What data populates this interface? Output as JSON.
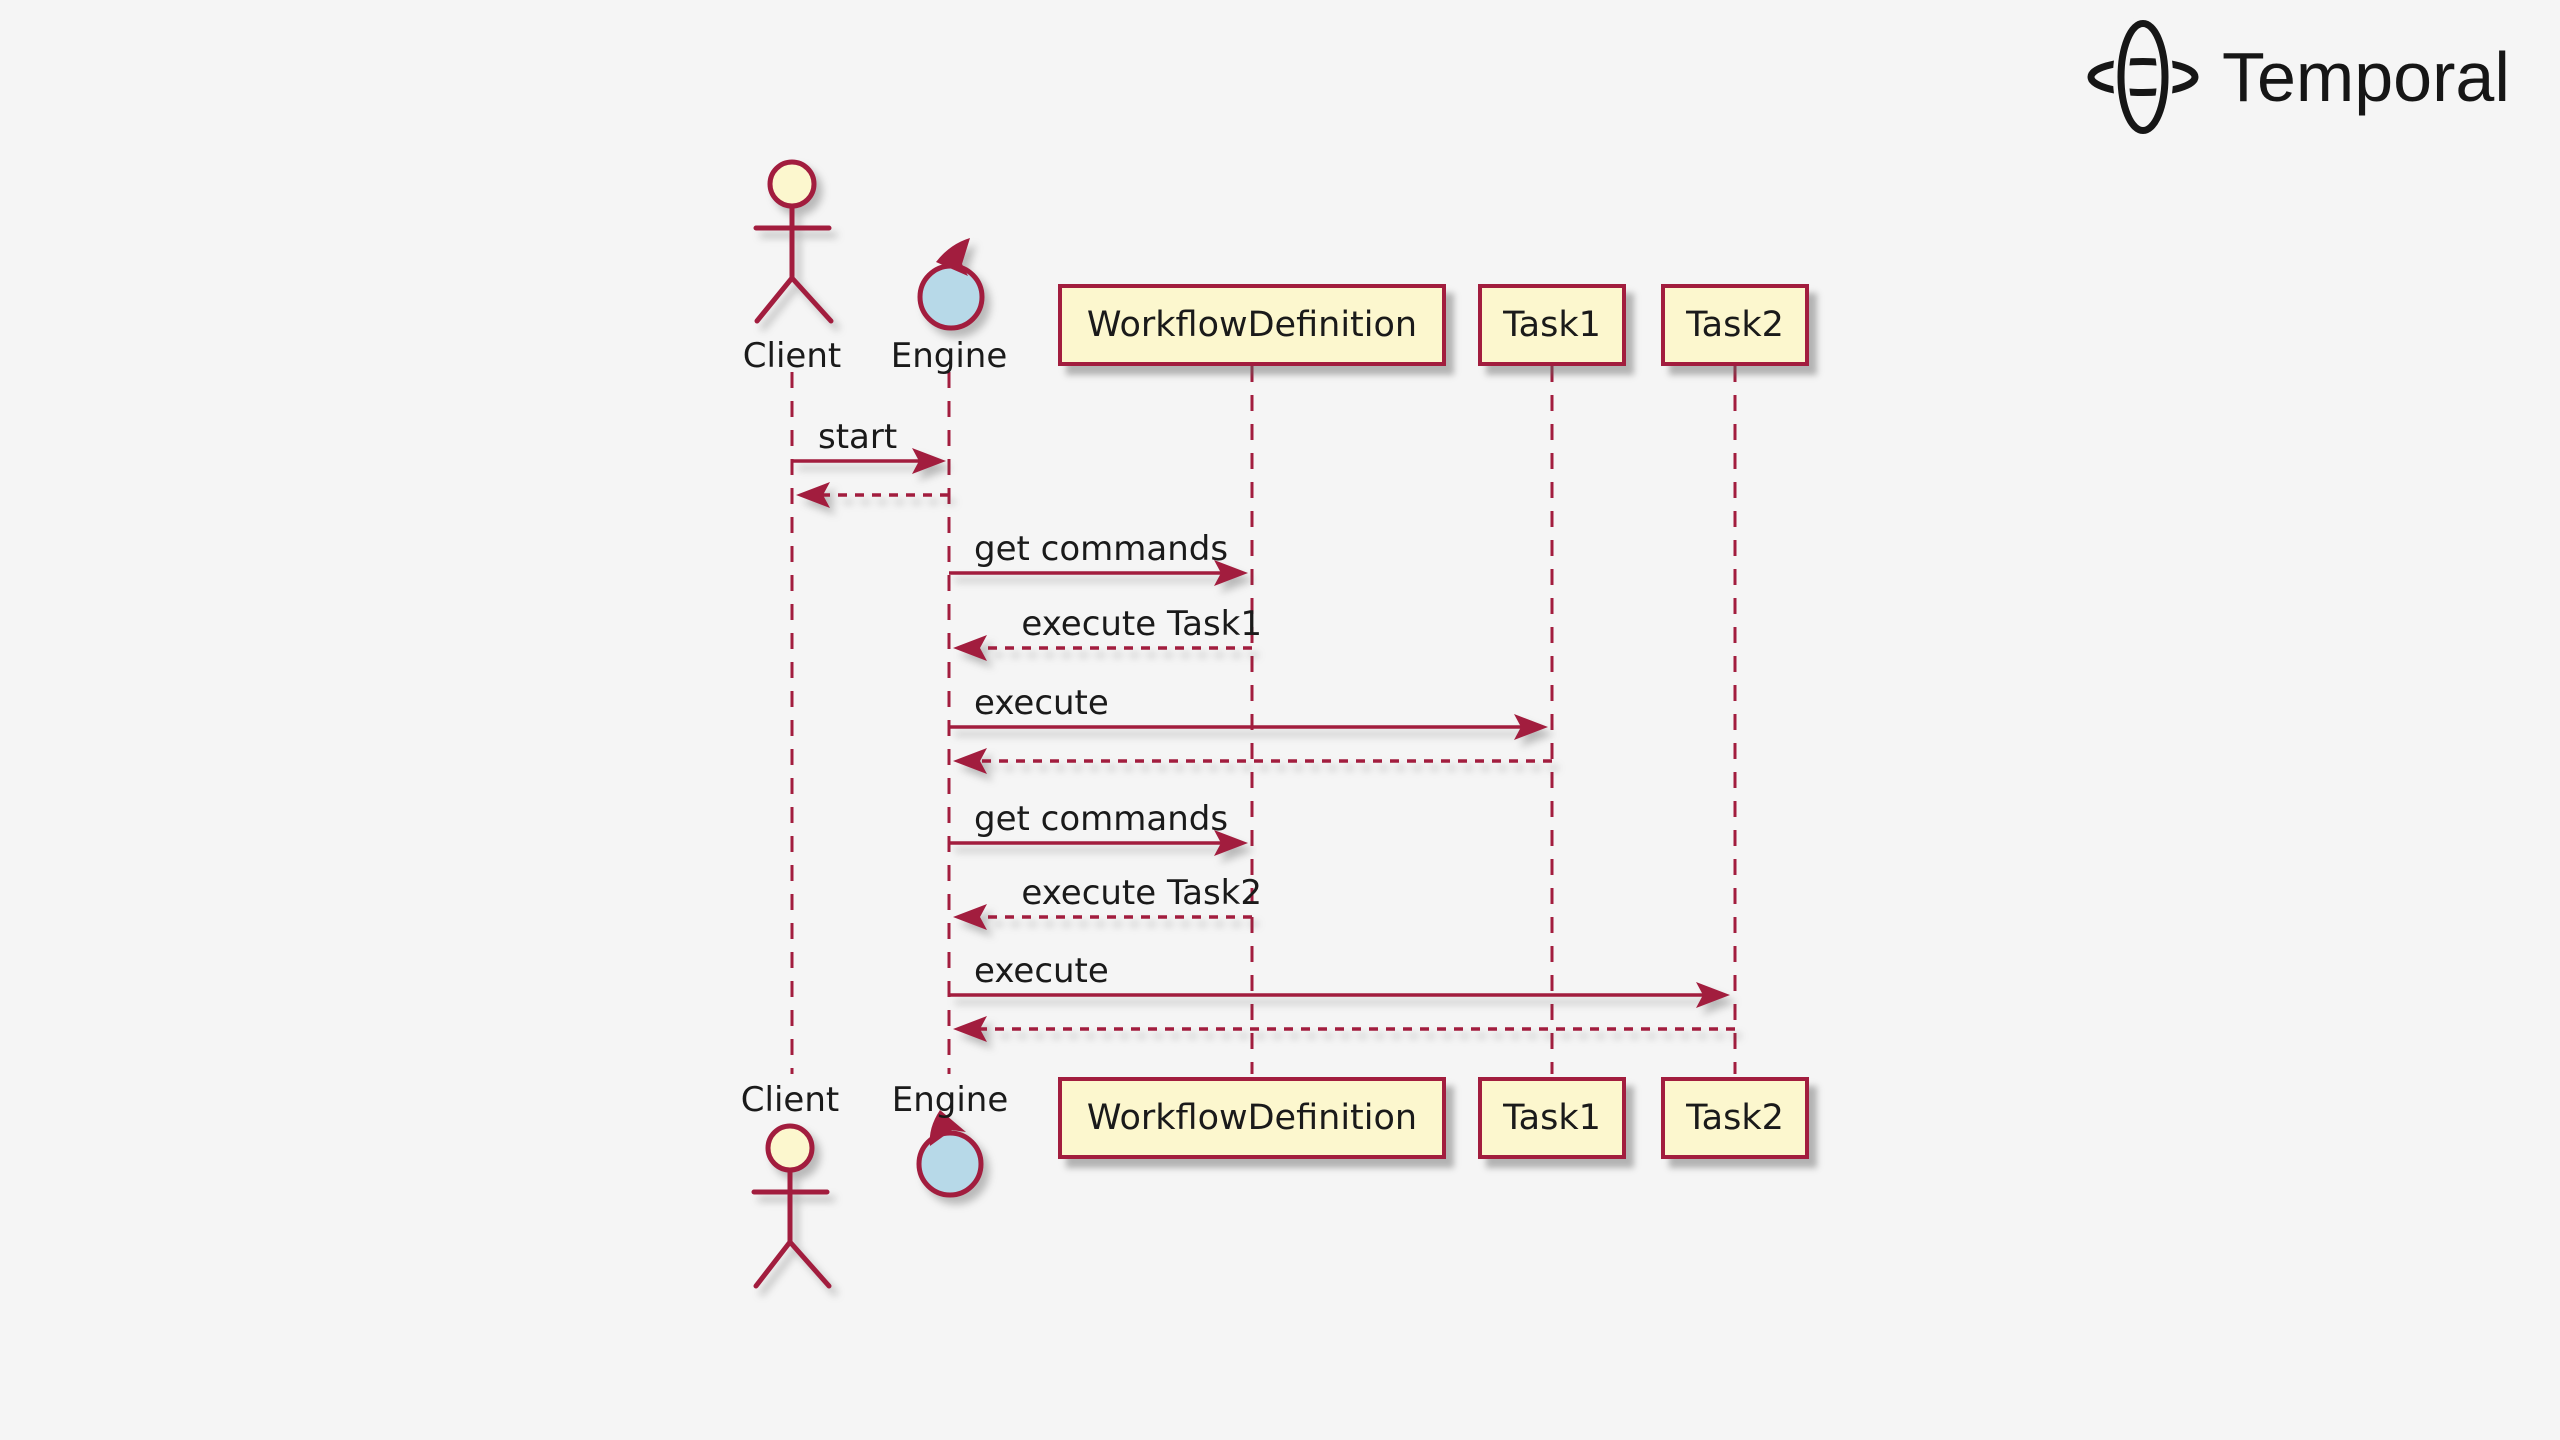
{
  "colors": {
    "background": "#F5F5F5",
    "crimson": "#A21D3E",
    "box_fill": "#FCF7CE",
    "control_fill": "#B7D9E8",
    "ink": "#1A1A1A",
    "logo_ink": "#161616"
  },
  "logo": {
    "text": "Temporal",
    "icon": "temporal-mark-icon"
  },
  "diagram": {
    "type": "uml-sequence"
  },
  "participants": [
    {
      "name": "Client",
      "type": "actor",
      "icon": "stick-figure-actor-icon"
    },
    {
      "name": "Engine",
      "type": "control",
      "icon": "control-loop-arrow-icon"
    },
    {
      "name": "WorkflowDefinition",
      "type": "participant"
    },
    {
      "name": "Task1",
      "type": "participant"
    },
    {
      "name": "Task2",
      "type": "participant"
    }
  ],
  "messages": [
    {
      "label": "start",
      "from": "Client",
      "to": "Engine",
      "line": "solid"
    },
    {
      "label": "",
      "from": "Engine",
      "to": "Client",
      "line": "dashed"
    },
    {
      "label": "get commands",
      "from": "Engine",
      "to": "WorkflowDefinition",
      "line": "solid"
    },
    {
      "label": "execute Task1",
      "from": "WorkflowDefinition",
      "to": "Engine",
      "line": "dashed"
    },
    {
      "label": "execute",
      "from": "Engine",
      "to": "Task1",
      "line": "solid"
    },
    {
      "label": "",
      "from": "Task1",
      "to": "Engine",
      "line": "dashed"
    },
    {
      "label": "get commands",
      "from": "Engine",
      "to": "WorkflowDefinition",
      "line": "solid"
    },
    {
      "label": "execute Task2",
      "from": "WorkflowDefinition",
      "to": "Engine",
      "line": "dashed"
    },
    {
      "label": "execute",
      "from": "Engine",
      "to": "Task2",
      "line": "solid"
    },
    {
      "label": "",
      "from": "Task2",
      "to": "Engine",
      "line": "dashed"
    }
  ]
}
